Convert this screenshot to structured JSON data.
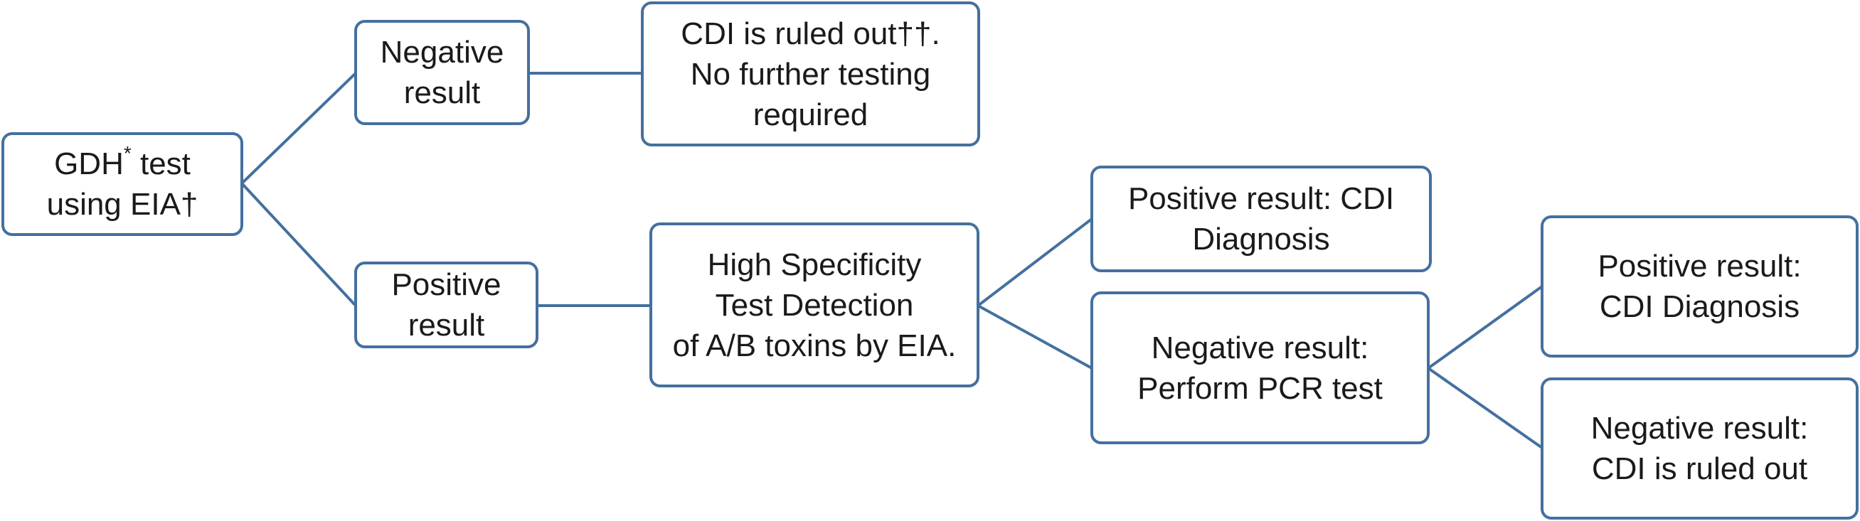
{
  "colors": {
    "box_border": "#44709e",
    "connector": "#44709e",
    "text": "#1a1a1a",
    "background": "#ffffff"
  },
  "nodes": {
    "gdh": {
      "main": "GDH",
      "sup": "*",
      "rest": " test",
      "line2": "using EIA†"
    },
    "negative": {
      "lines": [
        "Negative",
        "result"
      ]
    },
    "ruled_out_1": {
      "lines": [
        "CDI is ruled out††.",
        "No further testing",
        "required"
      ]
    },
    "positive": {
      "lines": [
        "Positive",
        "result"
      ]
    },
    "toxin": {
      "lines": [
        "High Specificity",
        "Test Detection",
        "of A/B toxins by EIA."
      ]
    },
    "pos_cdi_1": {
      "lines": [
        "Positive result: CDI",
        "Diagnosis"
      ]
    },
    "neg_pcr": {
      "lines": [
        "Negative result:",
        "Perform PCR test"
      ]
    },
    "pos_cdi_2": {
      "lines": [
        "Positive result:",
        "CDI Diagnosis"
      ]
    },
    "neg_ruled_out": {
      "lines": [
        "Negative result:",
        "CDI is ruled out"
      ]
    }
  }
}
